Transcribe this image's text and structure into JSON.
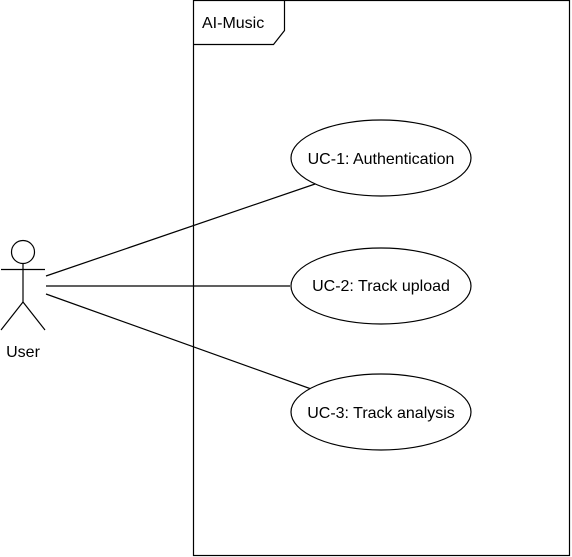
{
  "diagram": {
    "type": "uml-use-case",
    "system": {
      "name": "AI-Music"
    },
    "actor": {
      "name": "User"
    },
    "use_cases": [
      {
        "id": "uc1",
        "label": "UC-1: Authentication"
      },
      {
        "id": "uc2",
        "label": "UC-2: Track upload"
      },
      {
        "id": "uc3",
        "label": "UC-3: Track analysis"
      }
    ],
    "associations": [
      {
        "from": "actor",
        "to": "uc1"
      },
      {
        "from": "actor",
        "to": "uc2"
      },
      {
        "from": "actor",
        "to": "uc3"
      }
    ],
    "colors": {
      "stroke": "#000000",
      "background": "#ffffff"
    }
  }
}
